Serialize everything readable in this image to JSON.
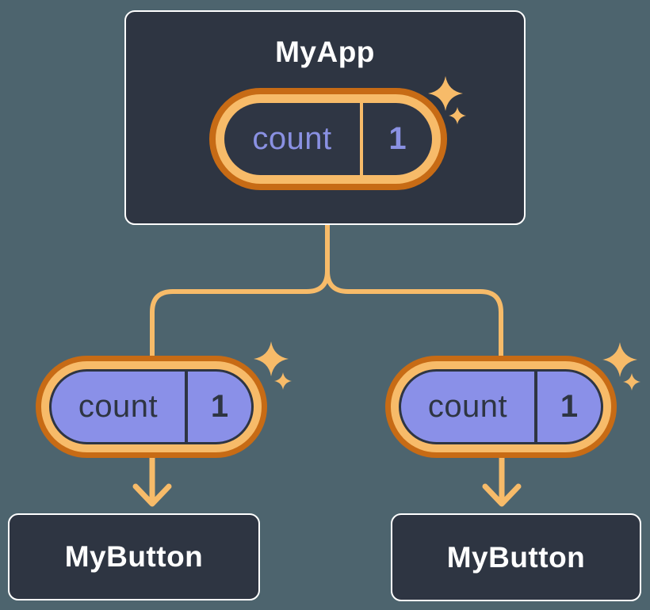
{
  "diagram": {
    "type": "component-state-tree",
    "root": {
      "title": "MyApp",
      "state": {
        "label": "count",
        "value": "1"
      }
    },
    "children": [
      {
        "title": "MyButton",
        "state": {
          "label": "count",
          "value": "1"
        }
      },
      {
        "title": "MyButton",
        "state": {
          "label": "count",
          "value": "1"
        }
      }
    ],
    "colors": {
      "background": "#4d646e",
      "node_fill": "#2e3542",
      "node_border": "#ffffff",
      "accent_light": "#f7bb69",
      "accent_dark": "#c76b15",
      "state_fill": "#8a90e8",
      "state_text_light": "#8a91e3",
      "state_text_dark": "#2e3542"
    }
  }
}
